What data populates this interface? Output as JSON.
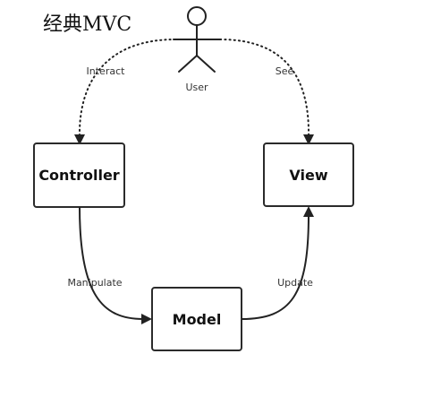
{
  "title": "经典MVC",
  "actor": {
    "label": "User",
    "icon": "stick-figure-user-icon"
  },
  "nodes": {
    "controller": "Controller",
    "view": "View",
    "model": "Model"
  },
  "edges": {
    "interact": "Interact",
    "see": "See",
    "manipulate": "Manipulate",
    "update": "Update"
  },
  "colors": {
    "stroke": "#222222",
    "background": "#ffffff"
  }
}
